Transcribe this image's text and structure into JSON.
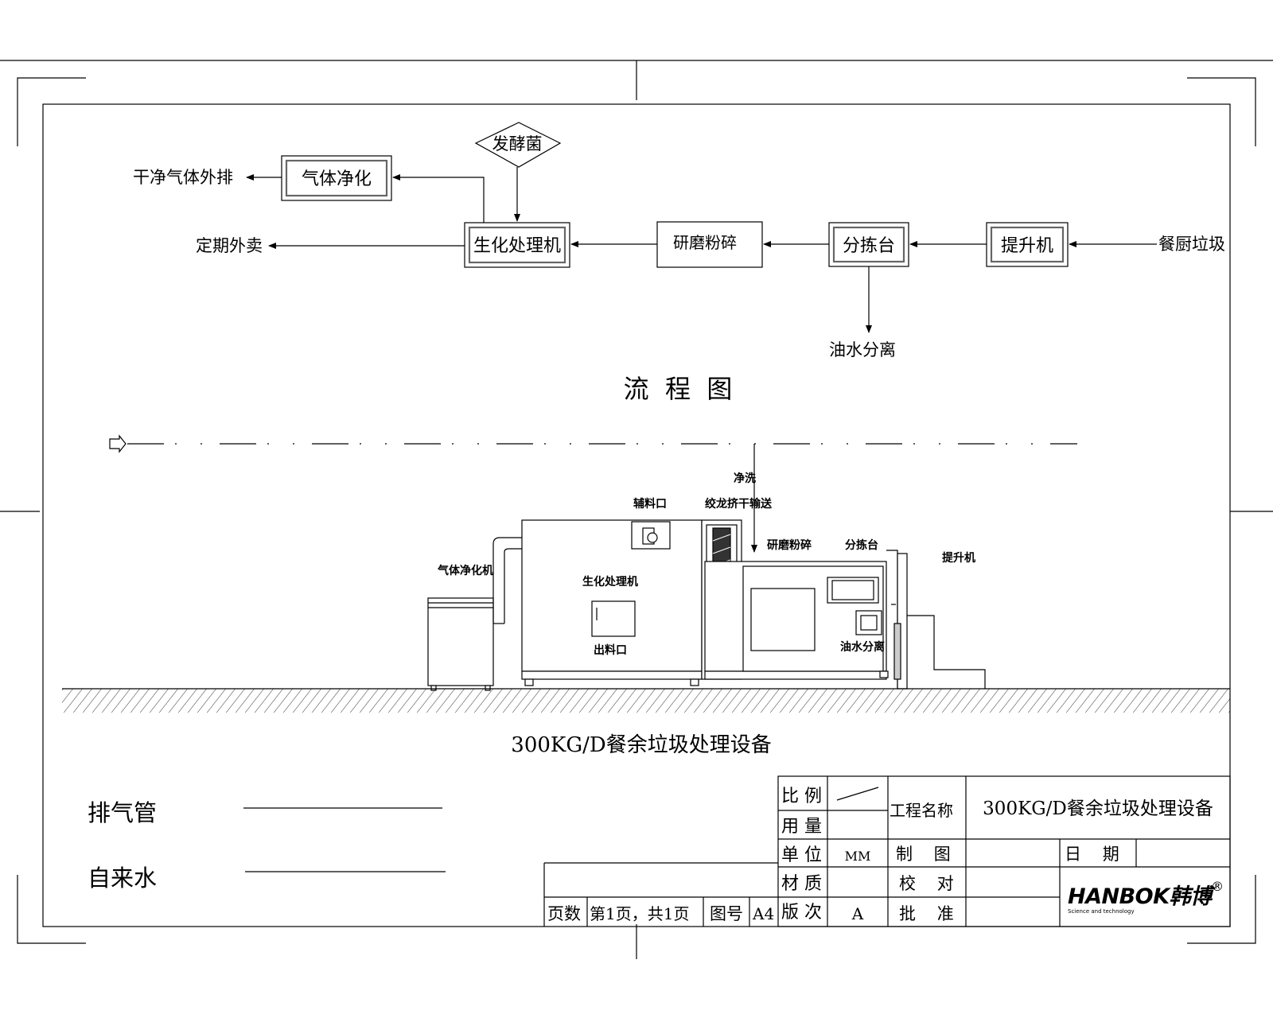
{
  "flow": {
    "clean_gas_out": "干净气体外排",
    "gas_purify": "气体净化",
    "ferment": "发酵菌",
    "bio_processor": "生化处理机",
    "regular_sale": "定期外卖",
    "grind": "研磨粉碎",
    "sort_table": "分拣台",
    "lift": "提升机",
    "kitchen_waste": "餐厨垃圾",
    "oil_water": "油水分离",
    "title": "流  程  图"
  },
  "machine": {
    "rinse": "净洗",
    "aux_inlet": "辅料口",
    "screw_conveyor": "绞龙挤干输送",
    "grind": "研磨粉碎",
    "sort_table": "分拣台",
    "lift": "提升机",
    "gas_purifier": "气体净化机",
    "bio_processor": "生化处理机",
    "outlet": "出料口",
    "oil_water": "油水分离",
    "title": "300KG/D餐余垃圾处理设备"
  },
  "legend": {
    "exhaust": "排气管",
    "tap_water": "自来水"
  },
  "titleblock": {
    "scale_label": "比 例",
    "usage_label": "用 量",
    "unit_label": "单 位",
    "unit_value": "MM",
    "material_label": "材 质",
    "version_label": "版 次",
    "version_value": "A",
    "project_label": "工程名称",
    "project_value": "300KG/D餐余垃圾处理设备",
    "drawn_label": "制    图",
    "checked_label": "校    对",
    "approved_label": "批    准",
    "date_label": "日    期",
    "pages_label": "页数",
    "pages_value": "第1页，共1页",
    "drawing_no_label": "图号",
    "paper": "A4",
    "logo": "HANBOK韩博",
    "logo_tagline": "Science and technology"
  }
}
